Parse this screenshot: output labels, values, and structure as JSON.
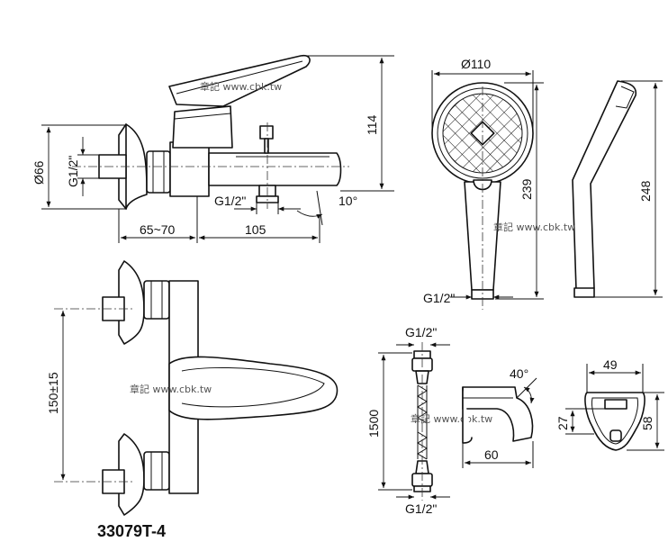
{
  "dimensions": {
    "spout_height": "114",
    "flange_dia": "Ø66",
    "inlet_thread_side": "G1/2\"",
    "outlet_thread": "G1/2\"",
    "spout_angle": "10°",
    "wall_offset": "65~70",
    "spout_length": "105",
    "head_dia": "Ø110",
    "handshower_len": "239",
    "handshower_side_len": "248",
    "handshower_thread": "G1/2\"",
    "center_distance": "150±15",
    "hose_len": "1500",
    "hose_thread_top": "G1/2\"",
    "hose_thread_bottom": "G1/2\"",
    "holder_angle": "40°",
    "holder_depth": "60",
    "holder_width": "49",
    "holder_height": "58",
    "holder_inner": "27"
  },
  "model_number": "33079T-4",
  "watermark": "章記 www.cbk.tw"
}
